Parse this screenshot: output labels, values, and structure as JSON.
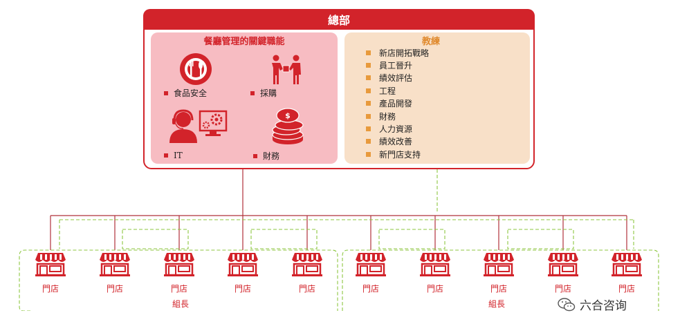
{
  "headquarters": {
    "title": "總部"
  },
  "key_functions": {
    "title": "餐廳管理的關鍵職能",
    "items": [
      {
        "label": "食品安全",
        "icon": "food-safety-icon"
      },
      {
        "label": "採購",
        "icon": "procurement-icon"
      },
      {
        "label": "IT",
        "icon": "it-support-icon"
      },
      {
        "label": "財務",
        "icon": "finance-coins-icon"
      }
    ]
  },
  "coach": {
    "title": "教練",
    "items": [
      "新店開拓戰略",
      "員工晉升",
      "績效評估",
      "工程",
      "產品開發",
      "財務",
      "人力資源",
      "績效改善",
      "新門店支持"
    ]
  },
  "stores": [
    "門店",
    "門店",
    "門店",
    "門店",
    "門店",
    "門店",
    "門店",
    "門店",
    "門店",
    "門店"
  ],
  "groups": [
    "組長",
    "組長"
  ],
  "watermark": {
    "text": "六合咨询",
    "icon": "wechat-icon"
  },
  "colors": {
    "red": "#d2232a",
    "pink_panel": "#f7bcc2",
    "beige_panel": "#f8e0c8",
    "green_dashed": "#8cc63f",
    "orange_bullet": "#e89a3c"
  }
}
